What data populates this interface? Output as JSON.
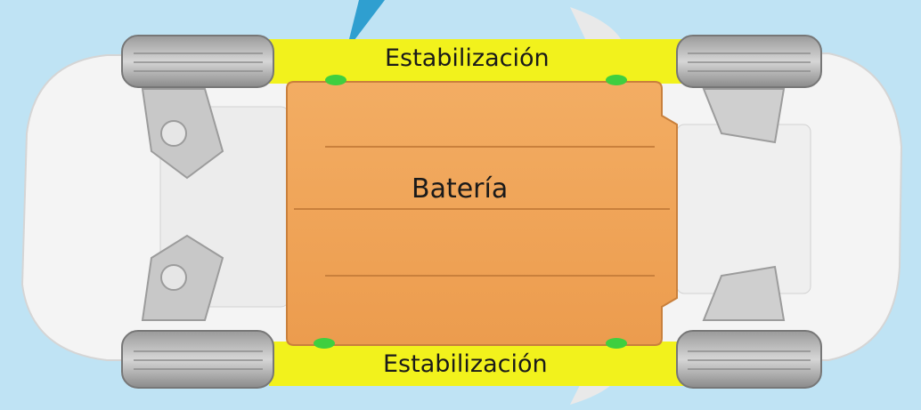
{
  "diagram": {
    "labels": {
      "stabilization_top": "Estabilización",
      "stabilization_bottom": "Estabilización",
      "battery": "Batería"
    },
    "colors": {
      "background": "#bfe3f4",
      "body": "#f4f4f4",
      "battery": "#f0a65a",
      "stabilization_rail": "#f2f21c",
      "mount_points": "#3fcf3f",
      "pointer": "#2f9fd0"
    }
  }
}
